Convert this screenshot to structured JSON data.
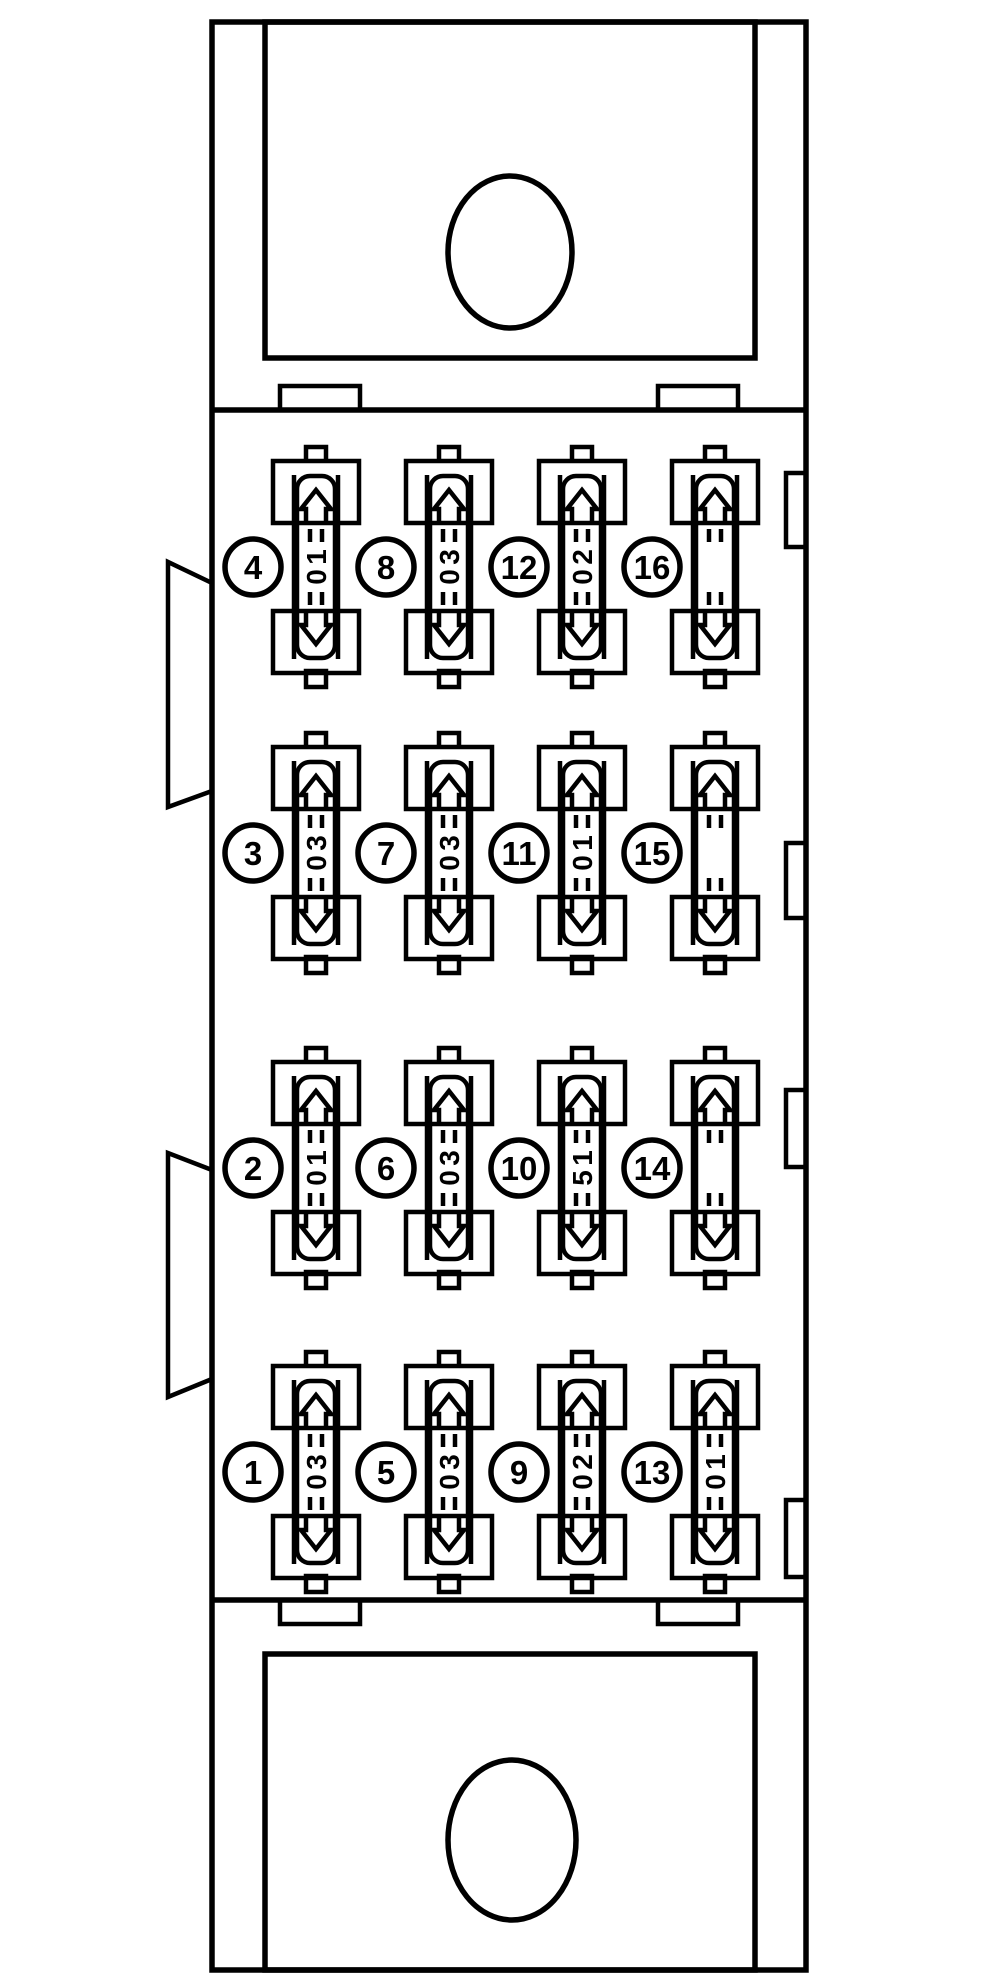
{
  "diagram": {
    "type": "fuse-box-diagram",
    "fuse_panel": {
      "rows": [
        {
          "labels": [
            "4",
            "8",
            "12",
            "16"
          ],
          "amps": [
            "10",
            "30",
            "20",
            ""
          ]
        },
        {
          "labels": [
            "3",
            "7",
            "11",
            "15"
          ],
          "amps": [
            "30",
            "30",
            "10",
            ""
          ]
        },
        {
          "labels": [
            "2",
            "6",
            "10",
            "14"
          ],
          "amps": [
            "10",
            "30",
            "15",
            ""
          ]
        },
        {
          "labels": [
            "1",
            "5",
            "9",
            "13"
          ],
          "amps": [
            "30",
            "30",
            "20",
            "10"
          ]
        }
      ]
    },
    "colors": {
      "line": "#000000",
      "background": "#ffffff"
    }
  }
}
